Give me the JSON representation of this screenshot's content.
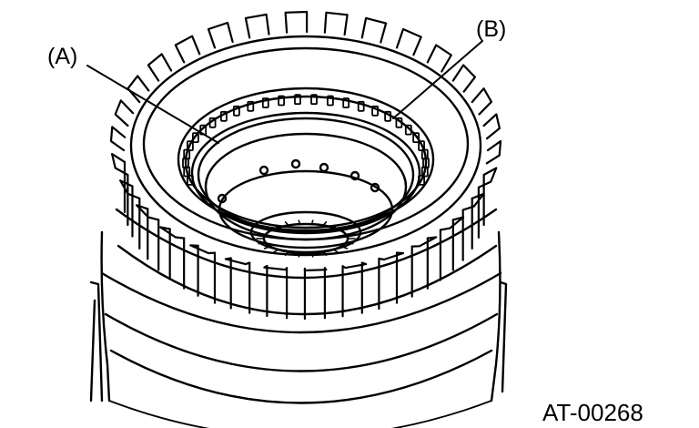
{
  "callouts": {
    "a": "(A)",
    "b": "(B)"
  },
  "figure_id": "AT-00268",
  "colors": {
    "line": "#000000",
    "background": "#ffffff"
  },
  "illustration": "clutch-drum-line-drawing"
}
